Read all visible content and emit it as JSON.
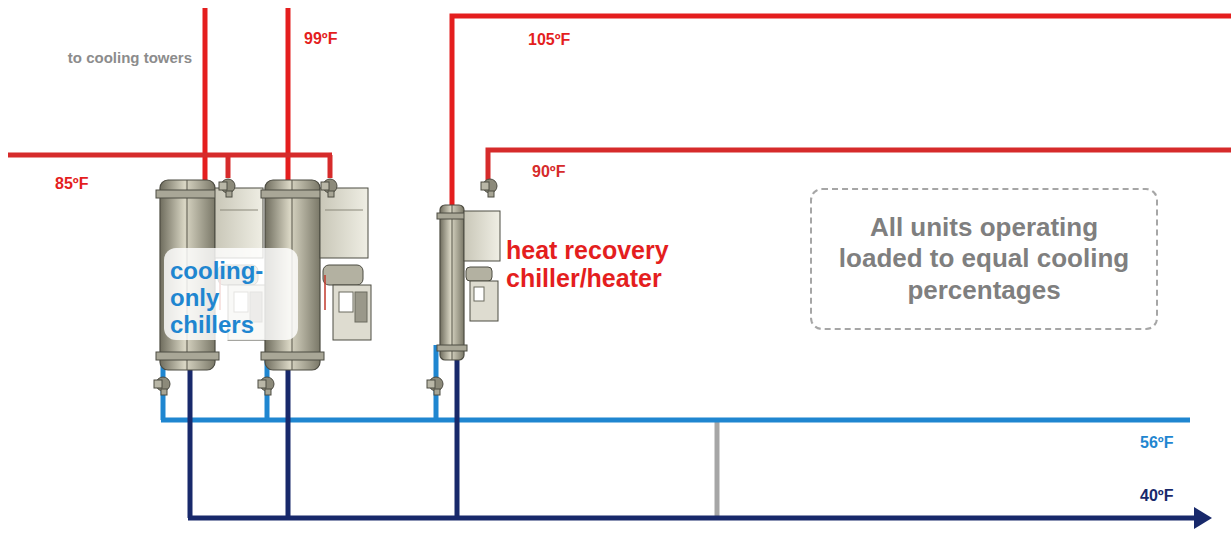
{
  "diagram": {
    "nodes": [
      {
        "text": [
          "All units operating loaded to equal cooling percentages"
        ]
      }
    ],
    "labels": [
      "to cooling towers",
      "99ºF",
      "105ºF",
      "85ºF",
      "90ºF",
      "cooling-only chillers",
      "heat recovery chiller/heater",
      "56ºF",
      "40ºF"
    ]
  }
}
